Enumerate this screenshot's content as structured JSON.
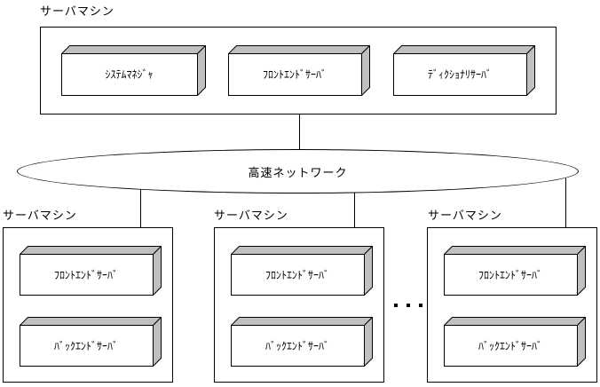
{
  "top_machine": {
    "label": "サーバマシン",
    "servers": [
      "ｼｽﾃﾑﾏﾈｼﾞｬ",
      "ﾌﾛﾝﾄｴﾝﾄﾞｻｰﾊﾞ",
      "ﾃﾞｨｸｼｮﾅﾘｻｰﾊﾞ"
    ]
  },
  "network": {
    "label": "高速ネットワーク"
  },
  "machines": [
    {
      "label": "サーバマシン",
      "servers": [
        "ﾌﾛﾝﾄｴﾝﾄﾞｻｰﾊﾞ",
        "ﾊﾞｯｸｴﾝﾄﾞｻｰﾊﾞ"
      ]
    },
    {
      "label": "サーバマシン",
      "servers": [
        "ﾌﾛﾝﾄｴﾝﾄﾞｻｰﾊﾞ",
        "ﾊﾞｯｸｴﾝﾄﾞｻｰﾊﾞ"
      ]
    },
    {
      "label": "サーバマシン",
      "servers": [
        "ﾌﾛﾝﾄｴﾝﾄﾞｻｰﾊﾞ",
        "ﾊﾞｯｸｴﾝﾄﾞｻｰﾊﾞ"
      ]
    }
  ],
  "ellipsis": "・・・",
  "colors": {
    "face_shade": "#c0c0c0",
    "stroke": "#000000",
    "background": "#ffffff"
  }
}
